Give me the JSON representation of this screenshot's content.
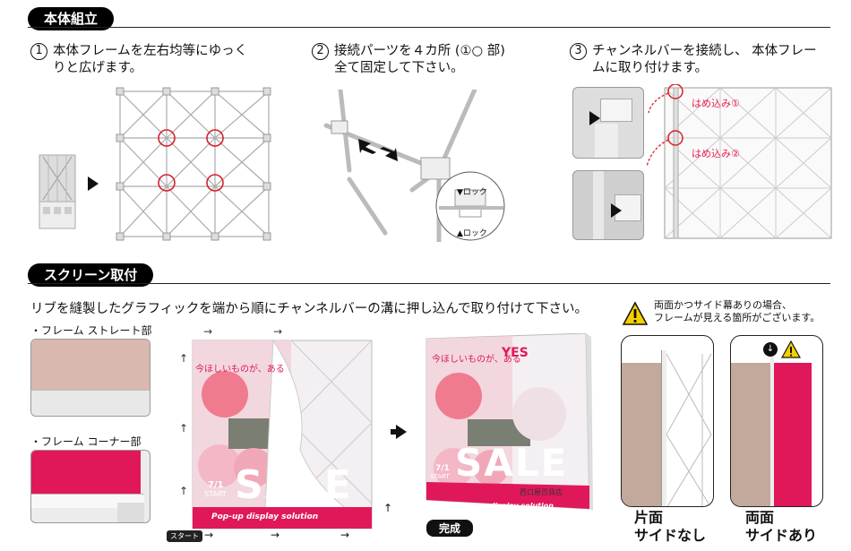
{
  "section1": {
    "title": "本体組立",
    "step1_num": "1",
    "step1_line1": "本体フレームを左右均等にゆっく",
    "step1_line2": "りと広げます。",
    "step2_num": "2",
    "step2_line1": "接続パーツを４カ所 (①○ 部)",
    "step2_line2": "全て固定して下さい。",
    "step3_num": "3",
    "step3_line1": "チャンネルバーを接続し、 本体フレー",
    "step3_line2": "ムに取り付けます。",
    "lock_top": "ロック",
    "lock_bottom": "ロック",
    "fit1": "はめ込み①",
    "fit2": "はめ込み②"
  },
  "section2": {
    "title": "スクリーン取付",
    "instruction": "リブを縫製したグラフィックを端から順にチャンネルバーの溝に押し込んで取り付けて下さい。",
    "straight_label": "・フレーム ストレート部",
    "corner_label": "・フレーム コーナー部",
    "start_badge": "スタート",
    "complete_badge": "完成",
    "graphic_text1": "今ほしいものが、ある",
    "graphic_yes": "YES",
    "graphic_date": "7/1",
    "graphic_start": "START",
    "graphic_sale": "SALE",
    "graphic_brand": "西口屋百貨店",
    "graphic_footer": "Pop-up display solution",
    "warn_line1": "両面かつサイド幕ありの場合、",
    "warn_line2": "フレームが見える箇所がございます。",
    "single_line1": "片面",
    "single_line2": "サイドなし",
    "double_line1": "両面",
    "double_line2": "サイドあり"
  },
  "colors": {
    "accent_pink": "#e0185a",
    "marker_red": "#d8202a",
    "black": "#000000"
  },
  "icons": [
    "arrow-right-icon",
    "warning-icon",
    "down-arrow-icon",
    "up-arrow-icon"
  ]
}
